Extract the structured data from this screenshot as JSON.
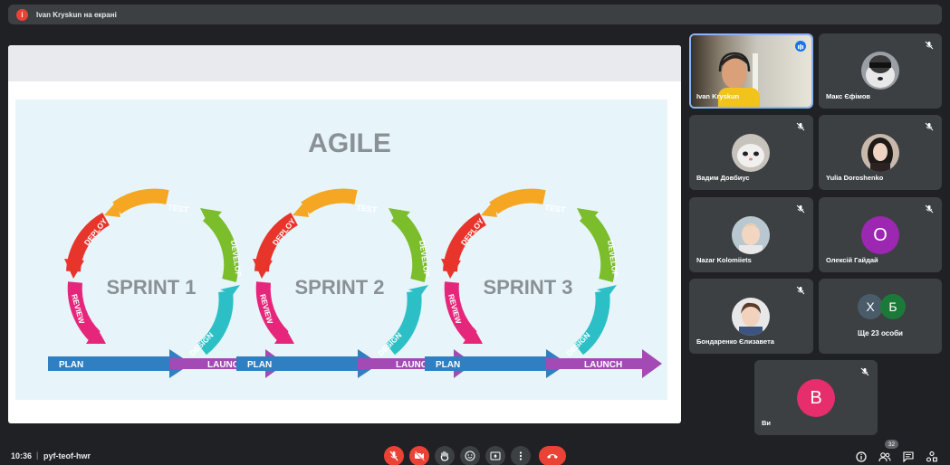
{
  "banner": {
    "icon_letter": "i",
    "text": "Ivan Kryskun на екрані"
  },
  "slide": {
    "title": "AGILE",
    "sprints": [
      "SPRINT 1",
      "SPRINT 2",
      "SPRINT 3"
    ],
    "arrow_labels": {
      "test": "TEST",
      "deploy": "DEPLOY",
      "develop": "DEVELOP",
      "review": "REVIEW",
      "design": "DESIGN",
      "plan": "PLAN",
      "launch": "LAUNCH"
    }
  },
  "participants": [
    {
      "name": "Ivan Kryskun",
      "type": "video"
    },
    {
      "name": "Макс Єфімов",
      "type": "photo"
    },
    {
      "name": "Вадим Довбиус",
      "type": "photo"
    },
    {
      "name": "Yulia Doroshenko",
      "type": "photo"
    },
    {
      "name": "Nazar Kolomiiets",
      "type": "photo"
    },
    {
      "name": "Олексій Гайдай",
      "type": "letter",
      "letter": "О",
      "color": "#9c27b0"
    },
    {
      "name": "Бондаренко Єлизавета",
      "type": "photo"
    }
  ],
  "others": {
    "label": "Ще 23 особи",
    "avatars": [
      {
        "letter": "Х",
        "color": "#4a5c6a"
      },
      {
        "letter": "Б",
        "color": "#1b7a3a"
      }
    ]
  },
  "self": {
    "name": "Ви",
    "letter": "В",
    "color": "#e52e6b"
  },
  "bottom": {
    "time": "10:36",
    "separator": "|",
    "meeting_code": "pyf-teof-hwr",
    "people_count": "32"
  },
  "colors": {
    "accent_blue": "#8ab4f8",
    "danger": "#ea4335",
    "tile": "#3c4043",
    "background": "#202124"
  },
  "icons": [
    "info-icon",
    "mic-off-icon",
    "camera-off-icon",
    "raise-hand-icon",
    "emoji-icon",
    "present-screen-icon",
    "more-options-icon",
    "end-call-icon",
    "meeting-details-icon",
    "people-icon",
    "chat-icon",
    "activities-icon"
  ]
}
